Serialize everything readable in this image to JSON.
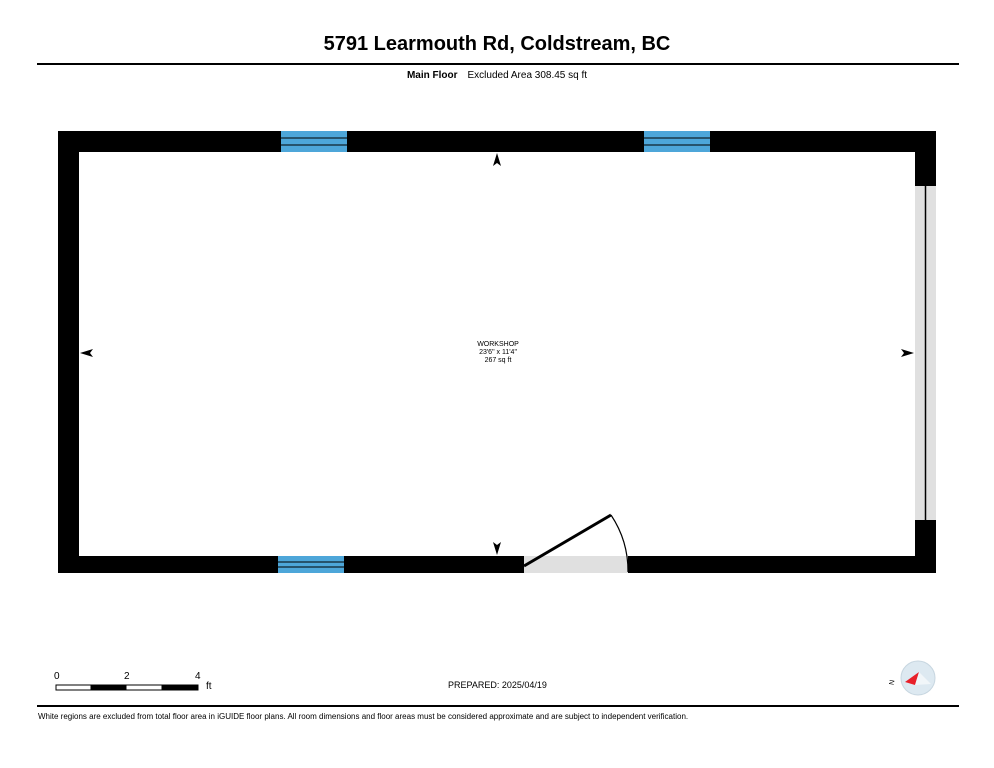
{
  "header": {
    "address": "5791 Learmouth Rd, Coldstream, BC",
    "floor_name": "Main Floor",
    "excluded_area": "Excluded Area 308.45 sq ft"
  },
  "room": {
    "name": "WORKSHOP",
    "dimensions": "23'6\" x 11'4\"",
    "area": "267 sq ft"
  },
  "scale": {
    "tick_0": "0",
    "tick_2": "2",
    "tick_4": "4",
    "unit": "ft"
  },
  "prepared": "PREPARED: 2025/04/19",
  "compass": {
    "letter": "N"
  },
  "footer_note": "White regions are excluded from total floor area in iGUIDE floor plans. All room dimensions and floor areas must be considered approximate and are subject to independent verification.",
  "colors": {
    "wall": "#000000",
    "window": "#4da6d9",
    "opening": "#e0e0e0",
    "compass_needle": "#e8202a"
  }
}
